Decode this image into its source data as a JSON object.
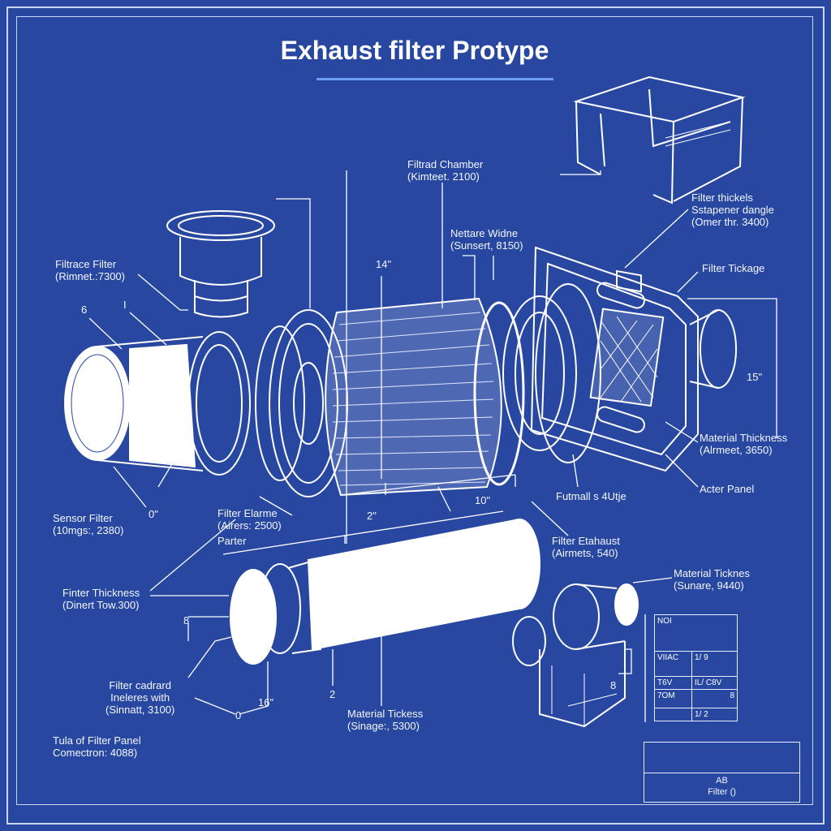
{
  "title": "Exhaust filter Protype",
  "colors": {
    "background": "#2747a0",
    "lines": "#ffffff",
    "accent": "#6c9cf0"
  },
  "labels": {
    "filtrace_filter": [
      "Filtrace Filter",
      "(Rimnet.:7300)"
    ],
    "num_6": "6",
    "num_1": "I",
    "filtrad_chamber": [
      "Filtrad Chamber",
      "(Kimteet. 2100)"
    ],
    "nettare_widne": [
      "Nettare Widne",
      "(Sunsert, 8150)"
    ],
    "dim_14": "14\"",
    "filter_thickels": [
      "Filter thickels",
      "Sstapener dangle",
      "(Omer thr. 3400)"
    ],
    "filter_tickage": "Filter Tickage",
    "dim_15": "15\"",
    "material_thickness_right": [
      "Material Thickness",
      "(Alrmeet, 3650)"
    ],
    "acter_panel": "Acter Panel",
    "futmall": "Futmall s 4Utje",
    "dim_10": "10\"",
    "dim_2": "2\"",
    "sensor_filter": [
      "Sensor Filter",
      "(10mgs:, 2380)"
    ],
    "dim_0": "0\"",
    "filter_elarme": [
      "Filter Elarme",
      "(Airers: 2500)"
    ],
    "parter": "Parter",
    "filter_etahaust": [
      "Filter Etahaust",
      "(Airmets, 540)"
    ],
    "material_ticknes": [
      "Material Ticknes",
      "(Sunare, 9440)"
    ],
    "finter_thickness": [
      "Finter Thickness",
      "(Dinert Tow.300)"
    ],
    "num_8": "8",
    "filter_cadrard": [
      "Filter cadrard",
      "Ineleres with",
      "(Sinnatt, 3100)"
    ],
    "dim_16": "16\"",
    "num_2": "2",
    "num_0": "0",
    "num_8b": "8",
    "material_tickess": [
      "Material Tickess",
      "(Sinage:, 5300)"
    ],
    "tula_panel": [
      "Tula of Filter Panel",
      "Comectron: 4088)"
    ]
  },
  "spec_table": {
    "header": "NOI",
    "rows": [
      [
        "VIIAC",
        "1/ 9"
      ],
      [
        "T6V",
        "IL/ C8V"
      ],
      [
        "7OM",
        "8"
      ],
      [
        "",
        "1/   2"
      ]
    ]
  },
  "title_block": {
    "line1": "AB",
    "line2": "Filter ()"
  }
}
